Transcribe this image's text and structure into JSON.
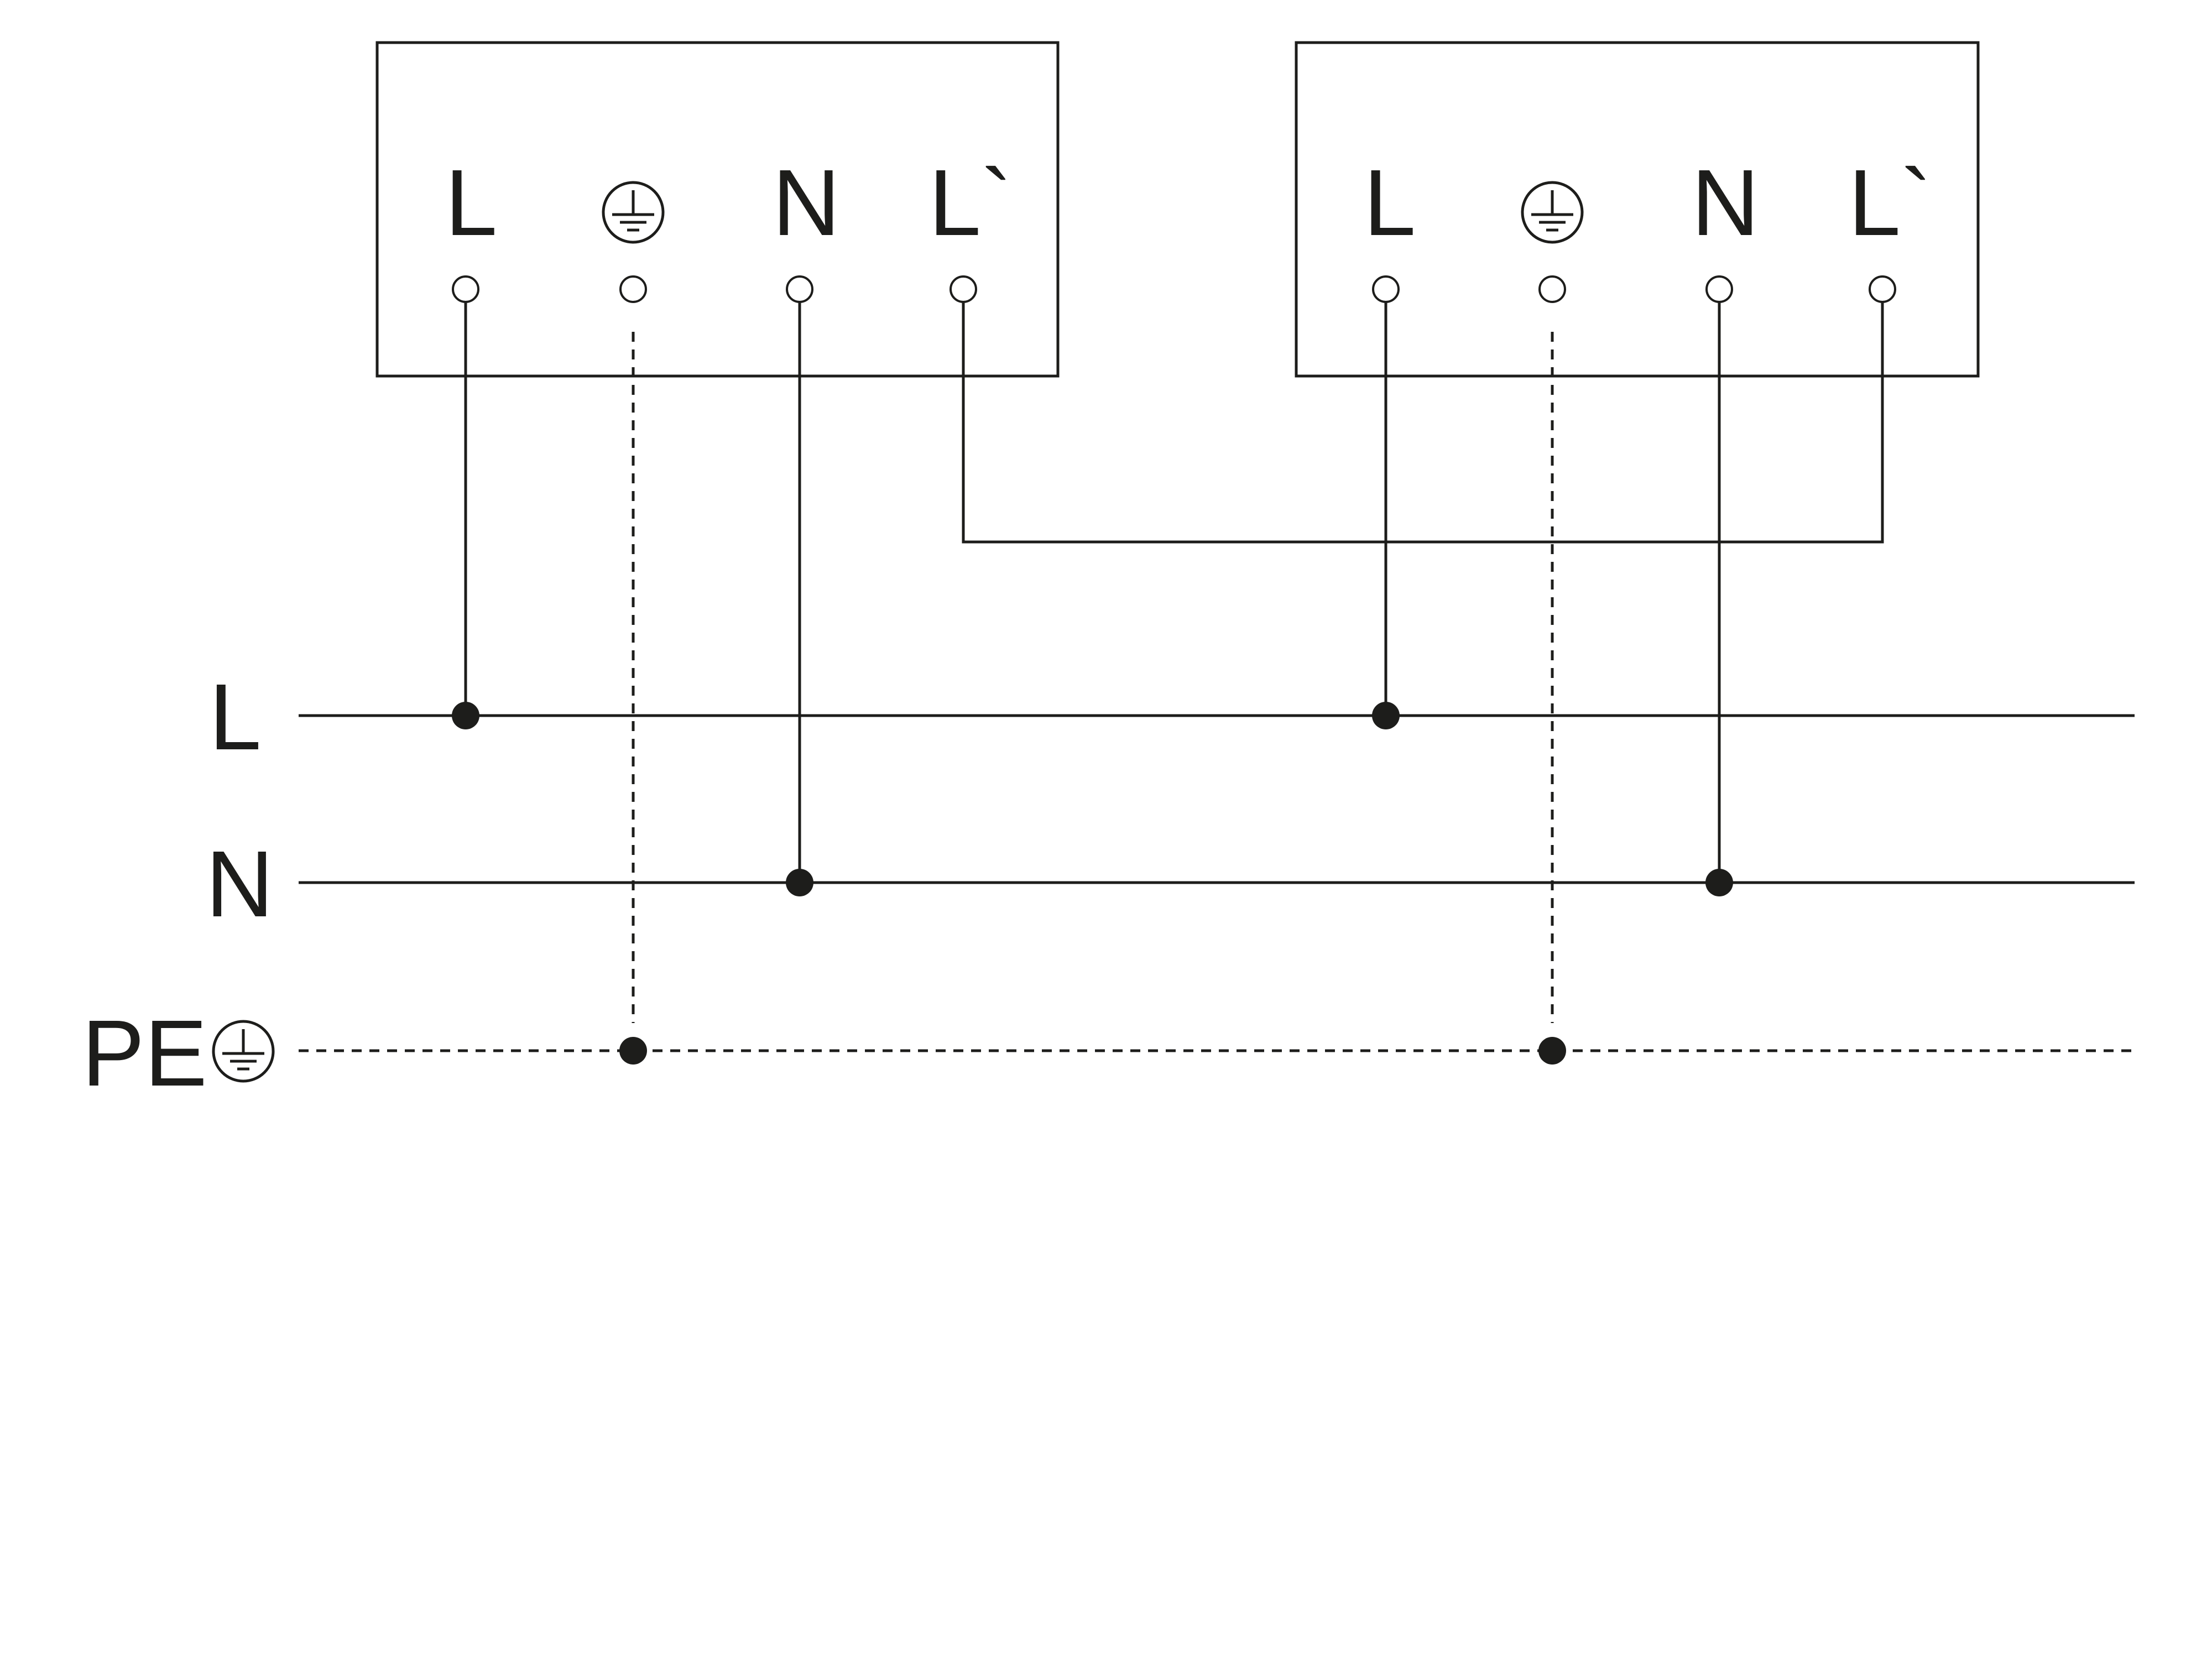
{
  "colors": {
    "ink": "#1d1d1b",
    "background": "#ffffff"
  },
  "devices": [
    {
      "terminals": [
        {
          "label": "L",
          "kind": "text"
        },
        {
          "label": "",
          "kind": "earth-icon"
        },
        {
          "label": "N",
          "kind": "text"
        },
        {
          "label": "L`",
          "kind": "text"
        }
      ]
    },
    {
      "terminals": [
        {
          "label": "L",
          "kind": "text"
        },
        {
          "label": "",
          "kind": "earth-icon"
        },
        {
          "label": "N",
          "kind": "text"
        },
        {
          "label": "L`",
          "kind": "text"
        }
      ]
    }
  ],
  "busbars": {
    "l_label": "L",
    "n_label": "N",
    "pe_label": "PE",
    "pe_icon": "earth-icon"
  }
}
